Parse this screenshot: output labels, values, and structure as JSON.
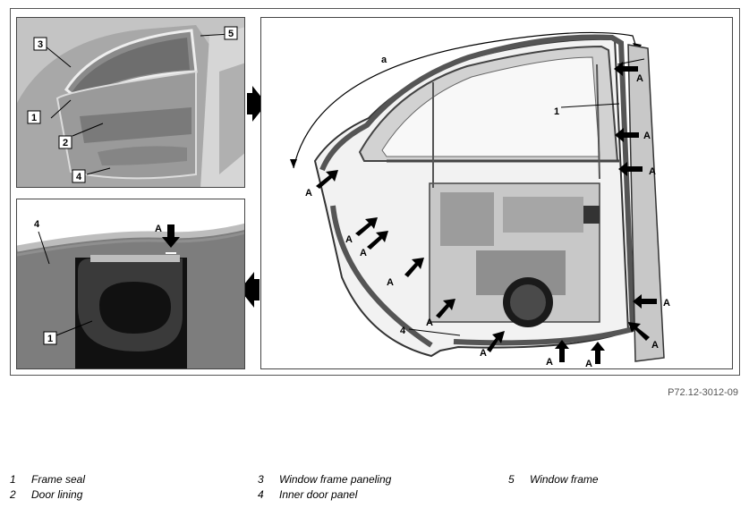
{
  "figure_ref": "P72.12-3012-09",
  "callouts": {
    "panel1": [
      "1",
      "2",
      "3",
      "4",
      "5"
    ],
    "panel2": [
      "4",
      "A",
      "1"
    ],
    "panel3": [
      "a",
      "1",
      "4",
      "A"
    ]
  },
  "legend": [
    {
      "num": "1",
      "label": "Frame seal"
    },
    {
      "num": "2",
      "label": "Door lining"
    },
    {
      "num": "3",
      "label": "Window frame paneling"
    },
    {
      "num": "4",
      "label": "Inner door panel"
    },
    {
      "num": "5",
      "label": "Window frame"
    }
  ],
  "colors": {
    "panel_bg": "#b9b9b9",
    "seal": "#3a3a3a",
    "arrow": "#000000"
  }
}
